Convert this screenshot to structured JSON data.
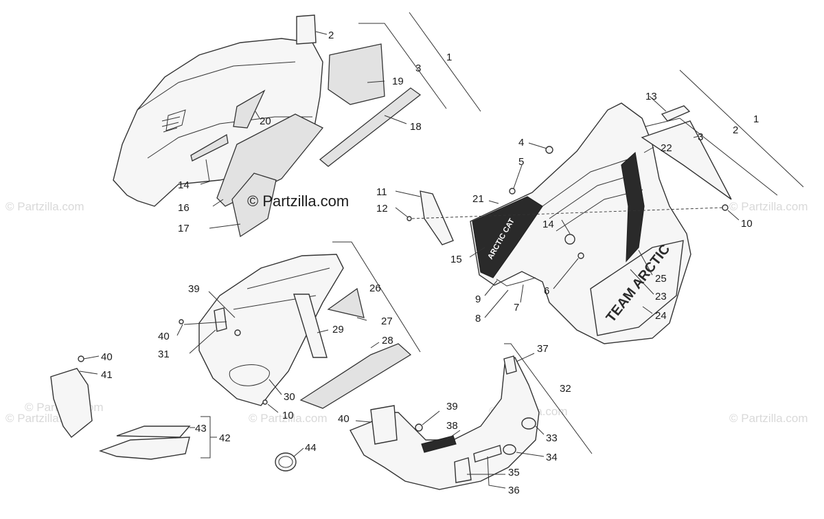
{
  "watermark": {
    "center_text": "© Partzilla.com",
    "repeat_text": "© Partzilla.com"
  },
  "decal_text": {
    "arctic_cat": "ARCTIC CAT",
    "team_arctic": "TEAM ARCTIC"
  },
  "callouts": {
    "upper_hood": [
      "1",
      "2",
      "3",
      "19",
      "20",
      "18",
      "14",
      "16",
      "17"
    ],
    "side_panel": [
      "13",
      "3",
      "2",
      "1",
      "4",
      "5",
      "22",
      "11",
      "21",
      "12",
      "14",
      "10",
      "15",
      "6",
      "25",
      "9",
      "7",
      "8",
      "23",
      "24"
    ],
    "belly_pan": [
      "39",
      "26",
      "40",
      "27",
      "29",
      "31",
      "28",
      "30",
      "10"
    ],
    "small_parts": [
      "40",
      "41",
      "43",
      "42",
      "44"
    ],
    "nose_pan": [
      "37",
      "32",
      "39",
      "40",
      "38",
      "33",
      "34",
      "35",
      "36"
    ]
  },
  "colors": {
    "line": "#333333",
    "fill": "#f6f6f6",
    "foam": "#e2e2e2",
    "decal": "#2a2a2a",
    "watermark": "#d9d9d9"
  }
}
